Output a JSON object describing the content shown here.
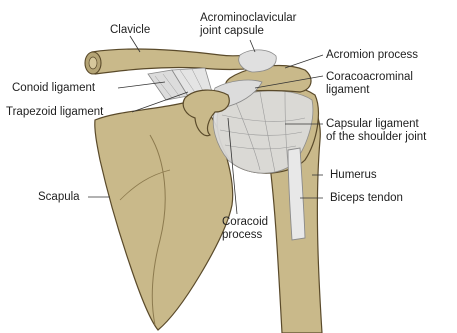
{
  "diagram": {
    "colors": {
      "bone": "#c9b98a",
      "bone_stroke": "#5a4a2a",
      "bone_shade": "#a8976a",
      "ligament": "#dcdcdc",
      "ligament_stroke": "#8a8a8a",
      "leader": "#333333",
      "text": "#1f1f1f"
    },
    "labels": {
      "clavicle": "Clavicle",
      "acromioclavicular_line1": "Acrominoclavicular",
      "acromioclavicular_line2": "joint capsule",
      "acromion_process": "Acromion process",
      "coracoacrominal_line1": "Coracoacrominal",
      "coracoacrominal_line2": "ligament",
      "conoid_ligament": "Conoid ligament",
      "trapezoid_ligament": "Trapezoid ligament",
      "capsular_line1": "Capsular ligament",
      "capsular_line2": "of the shoulder joint",
      "humerus": "Humerus",
      "scapula": "Scapula",
      "biceps_tendon": "Biceps tendon",
      "coracoid_line1": "Coracoid",
      "coracoid_line2": "process"
    }
  }
}
